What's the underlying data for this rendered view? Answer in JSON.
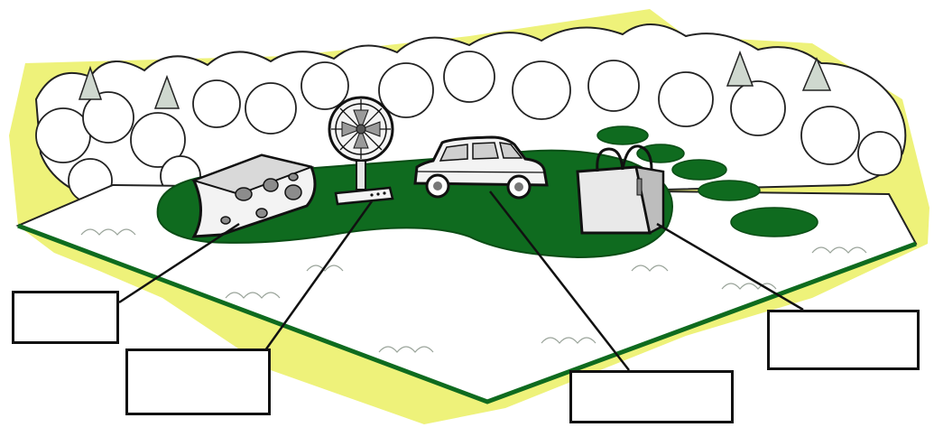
{
  "diagram": {
    "objects": [
      {
        "id": "cheese",
        "icon": "cheese-icon"
      },
      {
        "id": "fan",
        "icon": "fan-icon"
      },
      {
        "id": "car",
        "icon": "car-icon"
      },
      {
        "id": "bag",
        "icon": "shopping-bag-icon"
      }
    ],
    "label_boxes": [
      {
        "text": ""
      },
      {
        "text": ""
      },
      {
        "text": ""
      },
      {
        "text": ""
      }
    ]
  },
  "colors": {
    "path_green": "#0f6b1f",
    "highlight_yellow": "#eef27a",
    "outline": "#111111",
    "foliage_shade": "#cfd8cf"
  }
}
